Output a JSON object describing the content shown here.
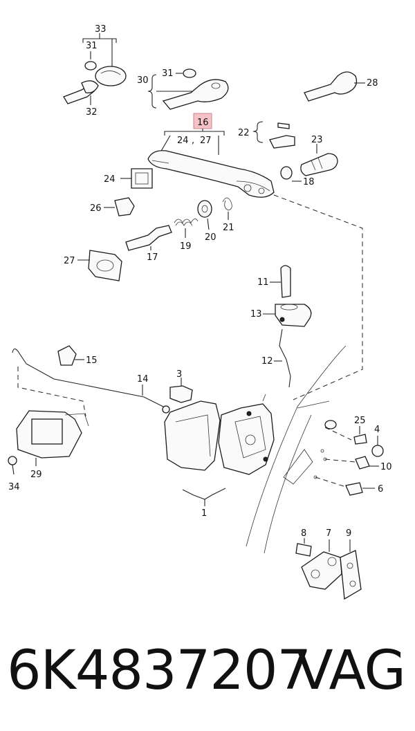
{
  "callouts": {
    "c1": "1",
    "c3": "3",
    "c4": "4",
    "c6": "6",
    "c7": "7",
    "c8": "8",
    "c9": "9",
    "c10": "10",
    "c11": "11",
    "c12": "12",
    "c13": "13",
    "c14": "14",
    "c15": "15",
    "c16": "16",
    "c17": "17",
    "c18": "18",
    "c19": "19",
    "c20": "20",
    "c21": "21",
    "c22": "22",
    "c23": "23",
    "c24a": "24",
    "c24b": "24",
    "c25": "25",
    "c26": "26",
    "c27a": "27",
    "c27b": "27",
    "c28": "28",
    "c29": "29",
    "c30": "30",
    "c31a": "31",
    "c31b": "31",
    "c32": "32",
    "c33": "33",
    "c34": "34",
    "comma": ","
  },
  "highlight_color": "#f5c2c7",
  "caption": {
    "part_number": "6K4837207",
    "brand": "VAG"
  }
}
